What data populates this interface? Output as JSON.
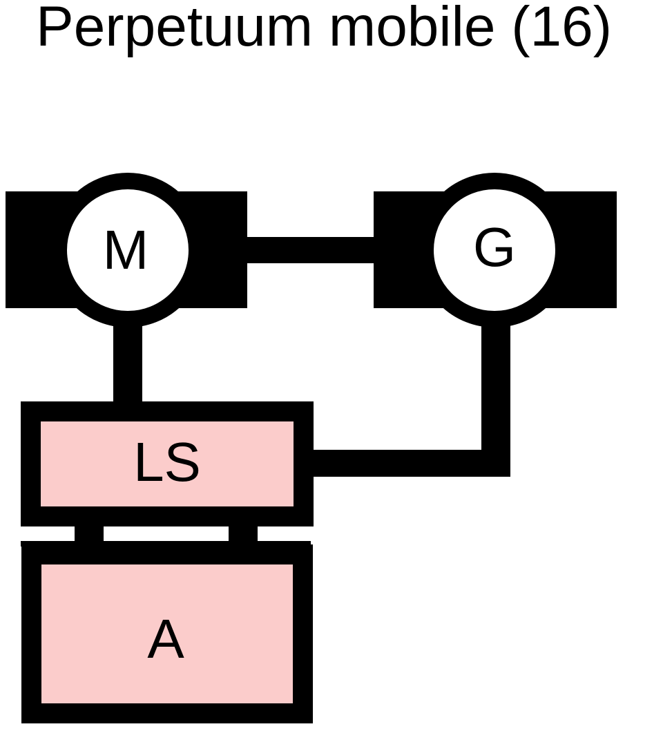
{
  "title": "Perpetuum mobile (16)",
  "nodes": {
    "motor": {
      "label": "M"
    },
    "generator": {
      "label": "G"
    },
    "ls": {
      "label": "LS"
    },
    "a": {
      "label": "A"
    }
  },
  "colors": {
    "line": "#000000",
    "box_fill": "#fbcccb",
    "circle_fill": "#ffffff",
    "background": "#ffffff"
  }
}
